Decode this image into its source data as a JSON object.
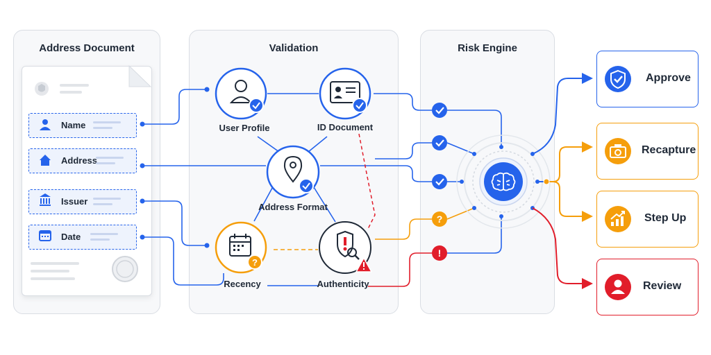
{
  "panels": {
    "address_document": "Address Document",
    "validation": "Validation",
    "risk_engine": "Risk Engine"
  },
  "fields": [
    "Name",
    "Address",
    "Issuer",
    "Date"
  ],
  "validation_nodes": {
    "user_profile": "User Profile",
    "id_document": "ID Document",
    "address_format": "Address Format",
    "recency": "Recency",
    "authenticity": "Authenticity"
  },
  "outcomes": [
    "Approve",
    "Recapture",
    "Step Up",
    "Review"
  ],
  "colors": {
    "blue": "#2563eb",
    "orange": "#f59e0b",
    "red": "#e11d2a",
    "dark": "#1f2937"
  },
  "icons": {
    "user_profile": "user-icon",
    "id_document": "id-card-icon",
    "address_format": "map-pin-icon",
    "recency": "calendar-icon",
    "authenticity": "shield-alert-icon",
    "risk_engine": "brain-icon"
  }
}
